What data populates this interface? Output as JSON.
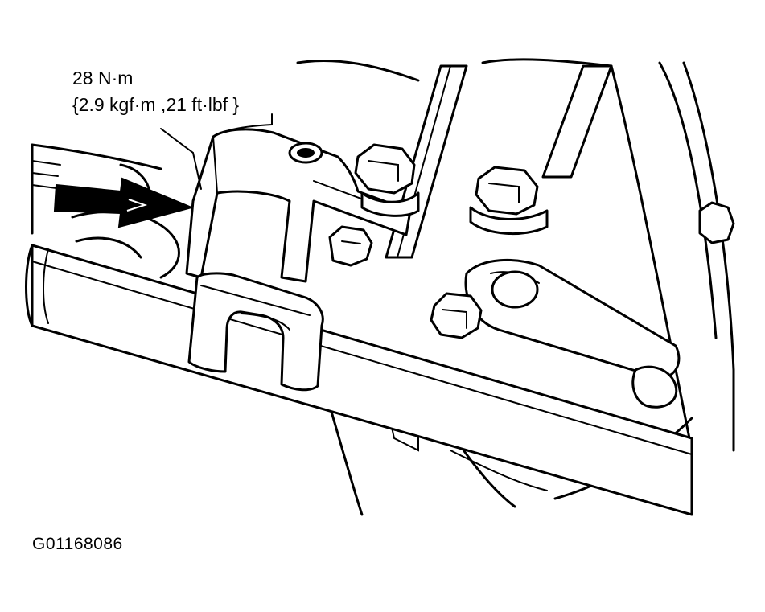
{
  "torque": {
    "line1": "28 N·m",
    "line2": "{2.9 kgf·m ,21 ft·lbf }"
  },
  "figure_code": "G01168086",
  "icons": {
    "arrow": "direction-arrow-icon"
  }
}
